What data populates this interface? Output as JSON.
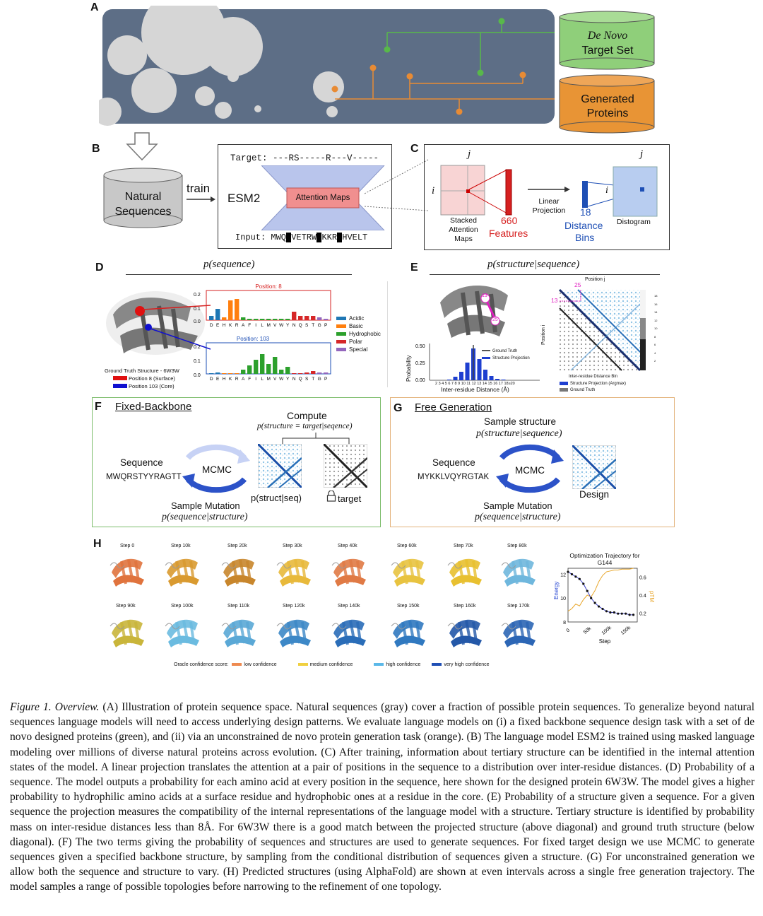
{
  "panel_labels": [
    "A",
    "B",
    "C",
    "D",
    "E",
    "F",
    "G",
    "H"
  ],
  "panelA": {
    "target_set": [
      "De Novo",
      "Target Set"
    ],
    "generated": [
      "Generated",
      "Proteins"
    ]
  },
  "panelB": {
    "natural": [
      "Natural",
      "Sequences"
    ],
    "train": "train",
    "esm2": "ESM2",
    "attention_maps": "Attention Maps",
    "target_line": "Target: ---RS-----R---V-----",
    "input_prefix": "Input: MWQ",
    "input_seg1": "VETRW",
    "input_seg2": "KKR",
    "input_seg3": "HVELT"
  },
  "panelC": {
    "j": "j",
    "i": "i",
    "stacked": [
      "Stacked",
      "Attention",
      "Maps"
    ],
    "n660": "660",
    "features": "Features",
    "linear": [
      "Linear",
      "Projection"
    ],
    "n18": "18",
    "distance": "Distance",
    "bins": "Bins",
    "distogram": "Distogram"
  },
  "panelD": {
    "title": "p(sequence)",
    "pos8": "Position: 8",
    "pos103": "Position: 103",
    "residues": [
      "D",
      "E",
      "H",
      "K",
      "R",
      "A",
      "F",
      "I",
      "L",
      "M",
      "V",
      "W",
      "Y",
      "N",
      "Q",
      "S",
      "T",
      "G",
      "P"
    ],
    "y_ticks_top": [
      "0.2",
      "0.1",
      "0.0"
    ],
    "y_ticks_bot": [
      "0.2",
      "0.1",
      "0.0"
    ],
    "legend": [
      {
        "label": "Acidic",
        "color": "#1f77b4"
      },
      {
        "label": "Basic",
        "color": "#ff7f0e"
      },
      {
        "label": "Hydrophobic",
        "color": "#2ca02c"
      },
      {
        "label": "Polar",
        "color": "#d62728"
      },
      {
        "label": "Special",
        "color": "#9467bd"
      }
    ],
    "structure_caption": "Ground Truth Structure - 6W3W",
    "pos8_label": "Position 8 (Surface)",
    "pos103_label": "Position 103 (Core)"
  },
  "panelE": {
    "title": "p(structure|sequence)",
    "ylabel": "Probability",
    "xlabel": "Inter-residue Distance (Å)",
    "y_ticks": [
      "0.50",
      "0.25",
      "0.00"
    ],
    "x_ticks": "2 3 4 5 6 7 8 9 10 11 12 13 14 15 16 17 18≥20",
    "legend_gt": "Ground Truth",
    "legend_sp": "Structure Projection",
    "pos_j": "Position j",
    "pos_i": "Position i",
    "m25": "25",
    "m13": "13",
    "cbar_title": "Inter-residue Distance Bin",
    "map_legend_sp": "Structure Projection (Argmax)",
    "map_legend_gt": "Ground Truth",
    "cbar_ticks": [
      "18",
      "16",
      "14",
      "12",
      "10",
      "8",
      "6",
      "4",
      "2"
    ]
  },
  "panelF": {
    "title": "Fixed-Backbone",
    "compute": "Compute",
    "compute_formula": "p(structure = target|seqence)",
    "sequence_label": "Sequence",
    "sequence": "MWQRSTYYRAGTT",
    "mcmc": "MCMC",
    "sample_mutation": "Sample Mutation",
    "sample_formula": "p(sequence|structure)",
    "structseq": "p(struct|seq)",
    "target": "target"
  },
  "panelG": {
    "title": "Free Generation",
    "sample_structure": "Sample structure",
    "sample_structure_formula": "p(structure|sequence)",
    "sequence_label": "Sequence",
    "sequence": "MYKKLVQYRGTAK",
    "mcmc": "MCMC",
    "design": "Design",
    "sample_mutation": "Sample Mutation",
    "sample_formula": "p(sequence|structure)"
  },
  "panelH": {
    "steps_row1": [
      "Step 0",
      "Step 10k",
      "Step 20k",
      "Step 30k",
      "Step 40k",
      "Step 60k",
      "Step 70k",
      "Step 80k"
    ],
    "steps_row2": [
      "Step 90k",
      "Step 100k",
      "Step 110k",
      "Step 120k",
      "Step 140k",
      "Step 150k",
      "Step 160k",
      "Step 170k"
    ],
    "row1_colors": [
      "#e0733d",
      "#d99a30",
      "#c8862c",
      "#e8b93b",
      "#e07a45",
      "#e8c340",
      "#e8c030",
      "#6fb7dd"
    ],
    "row2_colors": [
      "#c9b53a",
      "#6bbbe0",
      "#5aa8d6",
      "#3d88c7",
      "#2a6db8",
      "#3079c0",
      "#2458a8",
      "#2c66b5"
    ],
    "legend_title": "Oracle confidence score:",
    "legend": [
      {
        "label": "low confidence",
        "color": "#ee8a50"
      },
      {
        "label": "medium confidence",
        "color": "#f0d040"
      },
      {
        "label": "high confidence",
        "color": "#5bb8e8"
      },
      {
        "label": "very high confidence",
        "color": "#1f4fb5"
      }
    ],
    "chart_title": [
      "Optimization Trajectory for",
      "G144"
    ]
  },
  "chart_data": [
    {
      "type": "bar",
      "title": "Position: 8",
      "categories": [
        "D",
        "E",
        "H",
        "K",
        "R",
        "A",
        "F",
        "I",
        "L",
        "M",
        "V",
        "W",
        "Y",
        "N",
        "Q",
        "S",
        "T",
        "G",
        "P"
      ],
      "values": [
        0.03,
        0.08,
        0.02,
        0.14,
        0.15,
        0.02,
        0.01,
        0.01,
        0.01,
        0.01,
        0.01,
        0.01,
        0.01,
        0.06,
        0.03,
        0.03,
        0.03,
        0.02,
        0.01
      ],
      "colors": [
        "#1f77b4",
        "#1f77b4",
        "#ff7f0e",
        "#ff7f0e",
        "#ff7f0e",
        "#2ca02c",
        "#2ca02c",
        "#2ca02c",
        "#2ca02c",
        "#2ca02c",
        "#2ca02c",
        "#2ca02c",
        "#2ca02c",
        "#d62728",
        "#d62728",
        "#d62728",
        "#d62728",
        "#9467bd",
        "#9467bd"
      ],
      "ylim": [
        0,
        0.2
      ]
    },
    {
      "type": "bar",
      "title": "Position: 103",
      "categories": [
        "D",
        "E",
        "H",
        "K",
        "R",
        "A",
        "F",
        "I",
        "L",
        "M",
        "V",
        "W",
        "Y",
        "N",
        "Q",
        "S",
        "T",
        "G",
        "P"
      ],
      "values": [
        0.005,
        0.01,
        0.005,
        0.005,
        0.005,
        0.03,
        0.06,
        0.1,
        0.14,
        0.07,
        0.12,
        0.03,
        0.05,
        0.005,
        0.005,
        0.01,
        0.02,
        0.01,
        0.01
      ],
      "colors": [
        "#1f77b4",
        "#1f77b4",
        "#ff7f0e",
        "#ff7f0e",
        "#ff7f0e",
        "#2ca02c",
        "#2ca02c",
        "#2ca02c",
        "#2ca02c",
        "#2ca02c",
        "#2ca02c",
        "#2ca02c",
        "#2ca02c",
        "#d62728",
        "#d62728",
        "#d62728",
        "#d62728",
        "#9467bd",
        "#9467bd"
      ],
      "ylim": [
        0,
        0.2
      ]
    },
    {
      "type": "bar",
      "xlabel": "Inter-residue Distance (Å)",
      "ylabel": "Probability",
      "categories": [
        "2",
        "3",
        "4",
        "5",
        "6",
        "7",
        "8",
        "9",
        "10",
        "11",
        "12",
        "13",
        "14",
        "15",
        "16",
        "17",
        "18≥20"
      ],
      "series": [
        {
          "name": "Structure Projection",
          "values": [
            0,
            0,
            0.01,
            0.05,
            0.12,
            0.25,
            0.45,
            0.3,
            0.15,
            0.06,
            0.02,
            0.01,
            0,
            0,
            0,
            0,
            0
          ]
        },
        {
          "name": "Ground Truth",
          "values": [
            0,
            0,
            0,
            0,
            0,
            0,
            0.5,
            0,
            0,
            0,
            0,
            0,
            0,
            0,
            0,
            0,
            0
          ]
        }
      ],
      "ylim": [
        0,
        0.5
      ]
    },
    {
      "type": "line",
      "title": "Optimization Trajectory for G144",
      "xlabel": "Step",
      "ylabel": "Energy",
      "y2label": "pTM",
      "x_ticks": [
        "0",
        "50k",
        "100k",
        "150k"
      ],
      "y_ticks": [
        "8",
        "10",
        "12"
      ],
      "y2_ticks": [
        "0.2",
        "0.4",
        "0.6"
      ],
      "xlim": [
        0,
        180000
      ],
      "ylim": [
        8,
        12.5
      ],
      "y2lim": [
        0.1,
        0.7
      ],
      "series": [
        {
          "name": "Energy",
          "color": "#3a3fc4",
          "x": [
            0,
            10000,
            20000,
            30000,
            40000,
            50000,
            60000,
            70000,
            80000,
            90000,
            100000,
            110000,
            120000,
            130000,
            140000,
            150000,
            160000,
            170000
          ],
          "values": [
            12.2,
            12.0,
            11.8,
            11.6,
            11.2,
            10.6,
            10.0,
            9.6,
            9.3,
            9.1,
            8.9,
            8.8,
            8.8,
            8.7,
            8.7,
            8.7,
            8.6,
            8.6
          ]
        },
        {
          "name": "pTM",
          "color": "#e8a62a",
          "x": [
            0,
            10000,
            20000,
            30000,
            40000,
            50000,
            60000,
            70000,
            80000,
            90000,
            100000,
            110000,
            120000,
            130000,
            140000,
            150000,
            160000,
            170000
          ],
          "values": [
            0.22,
            0.25,
            0.3,
            0.28,
            0.35,
            0.4,
            0.38,
            0.45,
            0.55,
            0.62,
            0.66,
            0.67,
            0.68,
            0.68,
            0.69,
            0.69,
            0.69,
            0.7
          ]
        }
      ]
    }
  ],
  "caption": {
    "fig_label": "Figure 1. Overview.",
    "text": " (A) Illustration of protein sequence space. Natural sequences (gray) cover a fraction of possible protein sequences. To generalize beyond natural sequences language models will need to access underlying design patterns. We evaluate language models on (i) a fixed backbone sequence design task with a set of de novo designed proteins (green), and (ii) via an unconstrained de novo protein generation task (orange). (B) The language model ESM2 is trained using masked language modeling over millions of diverse natural proteins across evolution. (C) After training, information about tertiary structure can be identified in the internal attention states of the model. A linear projection translates the attention at a pair of positions in the sequence to a distribution over inter-residue distances. (D) Probability of a sequence. The model outputs a probability for each amino acid at every position in the sequence, here shown for the designed protein 6W3W. The model gives a higher probability to hydrophilic amino acids at a surface residue and hydrophobic ones at a residue in the core. (E) Probability of a structure given a sequence. For a given sequence the projection measures the compatibility of the internal representations of the language model with a structure. Tertiary structure is identified by probability mass on inter-residue distances less than 8Å. For 6W3W there is a good match between the projected structure (above diagonal) and ground truth structure (below diagonal). (F) The two terms giving the probability of sequences and structures are used to generate sequences. For fixed target design we use MCMC to generate sequences given a specified backbone structure, by sampling from the conditional distribution of sequences given a structure. (G) For unconstrained generation we allow both the sequence and structure to vary. (H) Predicted structures (using AlphaFold) are shown at even intervals across a single free generation trajectory. The model samples a range of possible topologies before narrowing to the refinement of one topology."
  }
}
